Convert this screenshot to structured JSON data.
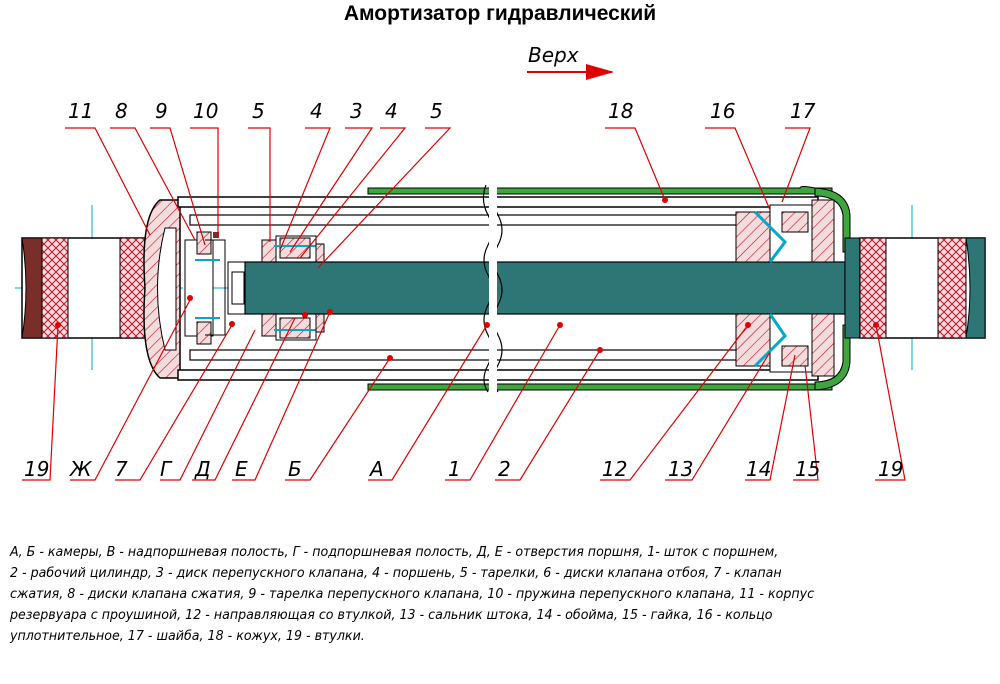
{
  "title": "Амортизатор гидравлический",
  "direction_label": "Верх",
  "colors": {
    "rod": "#2e7676",
    "bushing_dark": "#7a2e2a",
    "bushing_light": "#f4dcdc",
    "hatch": "#c0102a",
    "casing_green": "#3fa63f",
    "leader_red": "#e00000",
    "cyan": "#00aacc",
    "outline": "#000000"
  },
  "callouts_top": [
    "11",
    "8",
    "9",
    "10",
    "5",
    "4",
    "3",
    "4",
    "5",
    "18",
    "16",
    "17"
  ],
  "callouts_bottom": [
    "19",
    "Ж",
    "7",
    "Г",
    "Д",
    "Е",
    "Б",
    "А",
    "1",
    "2",
    "12",
    "13",
    "14",
    "15",
    "19"
  ],
  "legend": [
    "А, Б - камеры,  В - надпоршневая полость, Г - подпоршневая полость,   Д, Е - отверстия поршня,   1- шток с поршнем,",
    " 2 - рабочий цилиндр, 3 -  диск перепускного клапана,   4 - поршень, 5 - тарелки, 6 - диски клапана отбоя,  7 - клапан",
    "сжатия, 8 -  диски клапана сжатия,  9 - тарелка перепускного клапана, 10 - пружина перепускного клапана, 11 - корпус",
    "резервуара с проушиной,  12 - направляющая  со  втулкой,   13 - сальник штока,   14 - обойма,  15 - гайка,  16 - кольцо",
    "уплотнительное,  17 - шайба,  18 - кожух, 19 - втулки."
  ]
}
